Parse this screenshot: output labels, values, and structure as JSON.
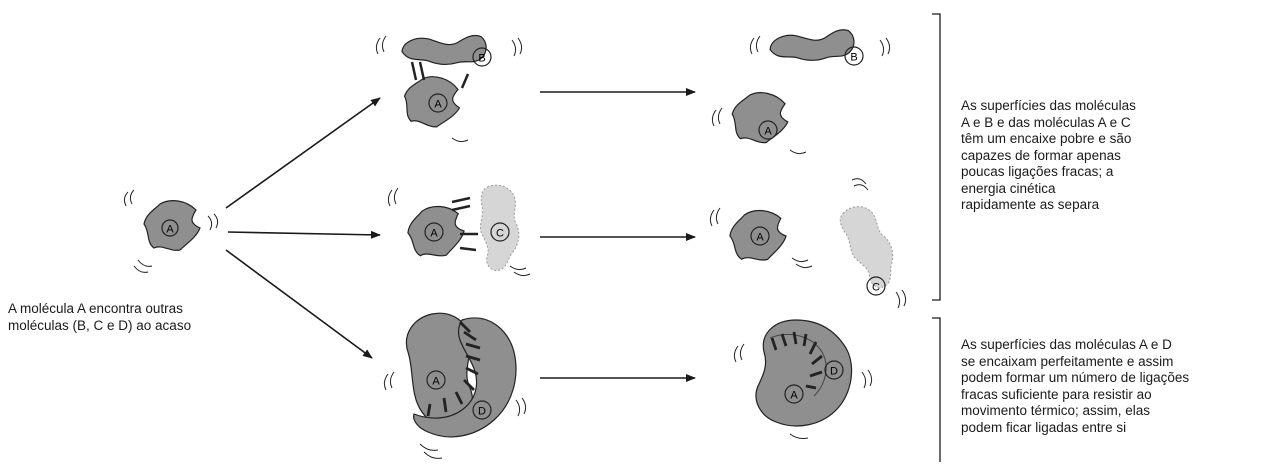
{
  "labels": {
    "A": "A",
    "B": "B",
    "C": "C",
    "D": "D"
  },
  "captions": {
    "left": "A molécula A encontra outras\nmoléculas (B, C e D) ao acaso",
    "top": "As superfícies das moléculas\nA e B e das moléculas A e C\ntêm um encaixe pobre e são\ncapazes de formar apenas\npoucas ligações fracas; a\nenergia cinética\nrapidamente as separa",
    "bottom": "As superfícies das moléculas A e D\nse encaixam perfeitamente e assim\npodem formar um número de ligações\nfracas suficiente para resistir ao\nmovimento térmico; assim, elas\npodem ficar ligadas entre si"
  },
  "colors": {
    "molecule_dark": "#8f8f8f",
    "molecule_light": "#d6d6d6",
    "outline": "#222222",
    "arrow": "#1a1a1a"
  }
}
